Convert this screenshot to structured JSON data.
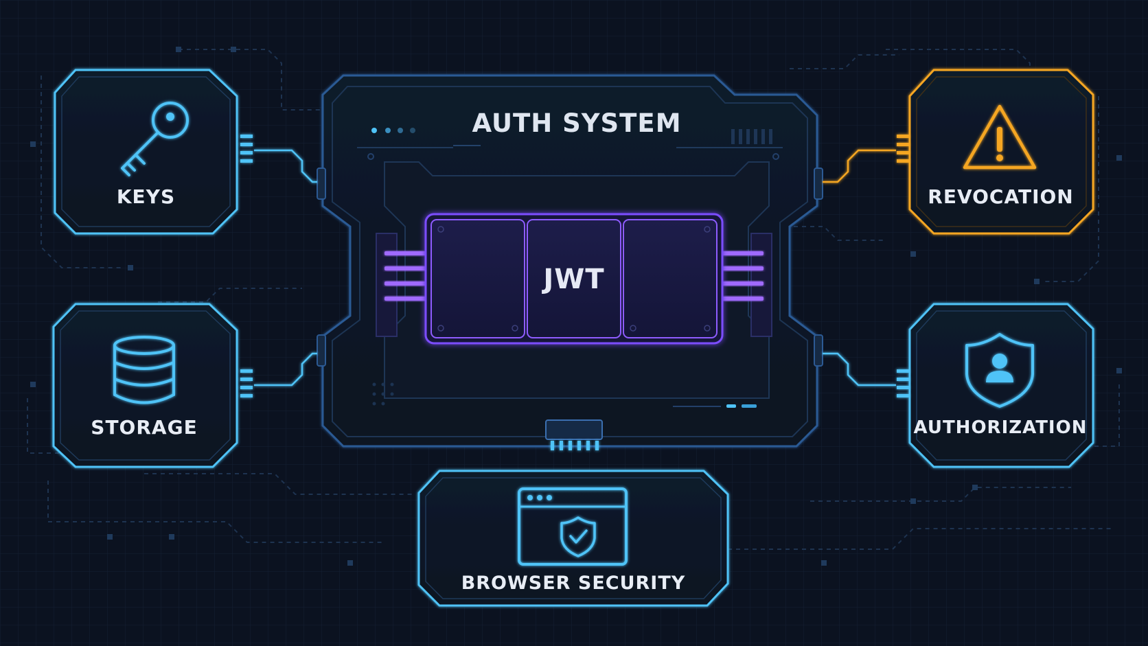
{
  "diagram": {
    "title": "AUTH SYSTEM",
    "core_label": "JWT",
    "modules": {
      "keys": {
        "label": "KEYS",
        "icon": "key-icon",
        "color": "#4fc3f7"
      },
      "storage": {
        "label": "STORAGE",
        "icon": "database-icon",
        "color": "#4fc3f7"
      },
      "revocation": {
        "label": "REVOCATION",
        "icon": "warning-icon",
        "color": "#f5a623"
      },
      "authorization": {
        "label": "AUTHORIZATION",
        "icon": "shield-user-icon",
        "color": "#4fc3f7"
      },
      "browser_security": {
        "label": "BROWSER SECURITY",
        "icon": "browser-shield-icon",
        "color": "#4fc3f7"
      }
    },
    "colors": {
      "background": "#0b1220",
      "frame": "#3b6fb0",
      "accent_cyan": "#4fc3f7",
      "accent_orange": "#f5a623",
      "accent_purple": "#a06bff"
    }
  }
}
